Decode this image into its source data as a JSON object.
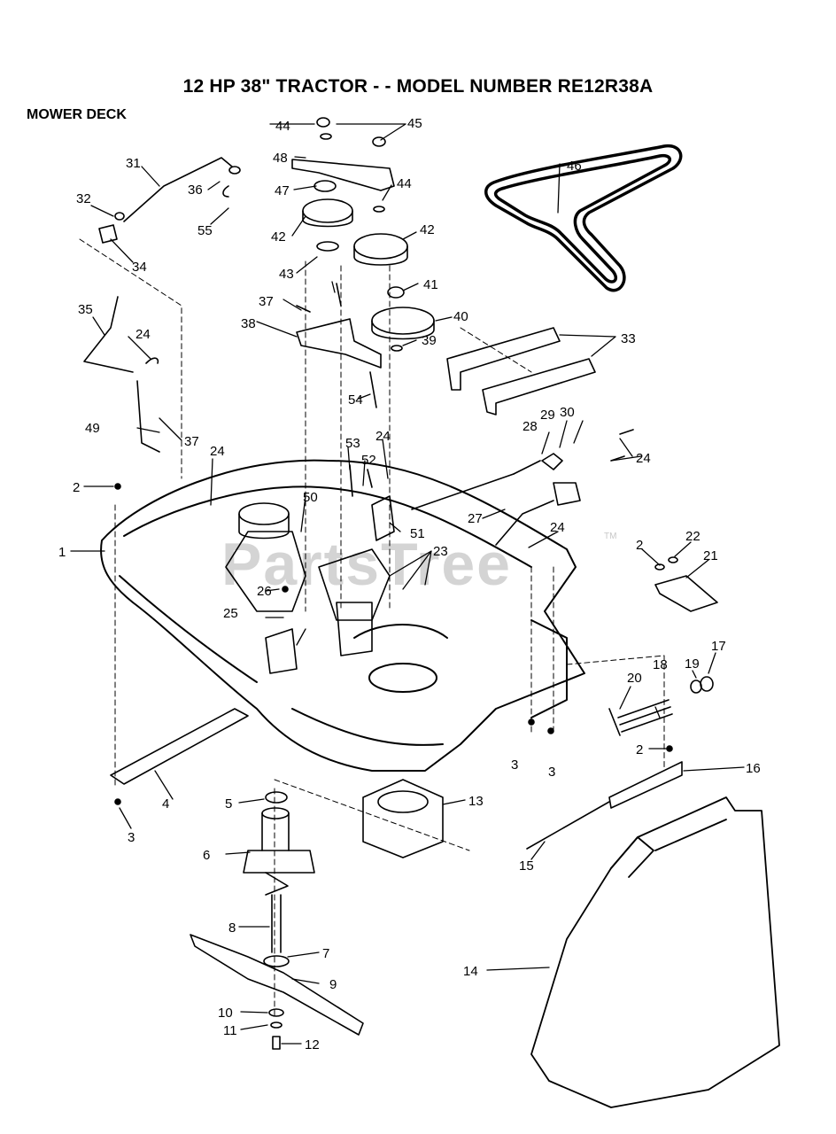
{
  "header": {
    "title": "12 HP 38\" TRACTOR - - MODEL NUMBER RE12R38A",
    "section": "MOWER DECK"
  },
  "watermark": {
    "text": "PartsTree",
    "trademark": "TM"
  },
  "parts": [
    {
      "id": "1"
    },
    {
      "id": "2"
    },
    {
      "id": "2"
    },
    {
      "id": "2"
    },
    {
      "id": "3"
    },
    {
      "id": "3"
    },
    {
      "id": "3"
    },
    {
      "id": "4"
    },
    {
      "id": "5"
    },
    {
      "id": "6"
    },
    {
      "id": "7"
    },
    {
      "id": "8"
    },
    {
      "id": "9"
    },
    {
      "id": "10"
    },
    {
      "id": "11"
    },
    {
      "id": "12"
    },
    {
      "id": "13"
    },
    {
      "id": "14"
    },
    {
      "id": "15"
    },
    {
      "id": "16"
    },
    {
      "id": "17"
    },
    {
      "id": "18"
    },
    {
      "id": "19"
    },
    {
      "id": "20"
    },
    {
      "id": "21"
    },
    {
      "id": "22"
    },
    {
      "id": "23"
    },
    {
      "id": "24"
    },
    {
      "id": "24"
    },
    {
      "id": "24"
    },
    {
      "id": "24"
    },
    {
      "id": "24"
    },
    {
      "id": "25"
    },
    {
      "id": "26"
    },
    {
      "id": "27"
    },
    {
      "id": "28"
    },
    {
      "id": "29"
    },
    {
      "id": "30"
    },
    {
      "id": "31"
    },
    {
      "id": "32"
    },
    {
      "id": "33"
    },
    {
      "id": "34"
    },
    {
      "id": "35"
    },
    {
      "id": "36"
    },
    {
      "id": "37"
    },
    {
      "id": "37"
    },
    {
      "id": "38"
    },
    {
      "id": "39"
    },
    {
      "id": "40"
    },
    {
      "id": "41"
    },
    {
      "id": "42"
    },
    {
      "id": "42"
    },
    {
      "id": "43"
    },
    {
      "id": "44"
    },
    {
      "id": "44"
    },
    {
      "id": "45"
    },
    {
      "id": "46"
    },
    {
      "id": "47"
    },
    {
      "id": "48"
    },
    {
      "id": "49"
    },
    {
      "id": "50"
    },
    {
      "id": "51"
    },
    {
      "id": "52"
    },
    {
      "id": "53"
    },
    {
      "id": "54"
    },
    {
      "id": "55"
    }
  ]
}
